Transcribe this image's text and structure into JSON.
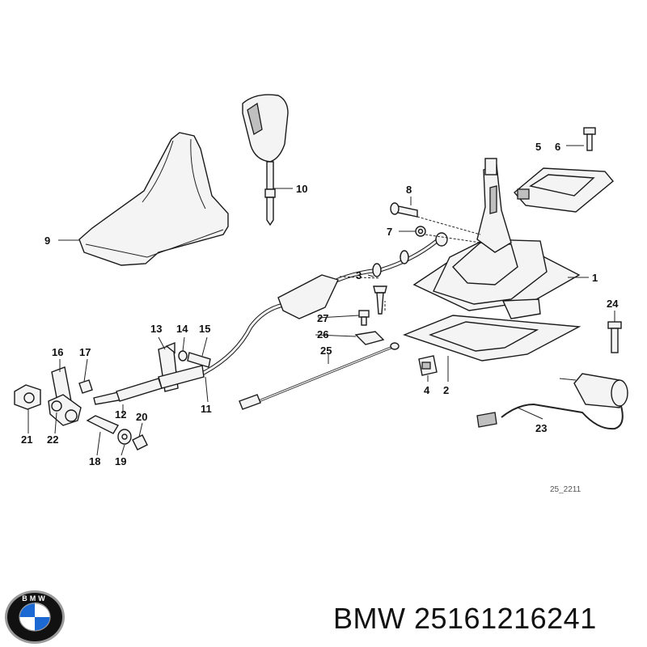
{
  "callouts": [
    {
      "id": "1",
      "text": "1"
    },
    {
      "id": "2",
      "text": "2"
    },
    {
      "id": "3",
      "text": "3"
    },
    {
      "id": "4",
      "text": "4"
    },
    {
      "id": "5",
      "text": "5"
    },
    {
      "id": "6",
      "text": "6"
    },
    {
      "id": "7",
      "text": "7"
    },
    {
      "id": "8",
      "text": "8"
    },
    {
      "id": "9",
      "text": "9"
    },
    {
      "id": "10",
      "text": "10"
    },
    {
      "id": "11",
      "text": "11"
    },
    {
      "id": "12",
      "text": "12"
    },
    {
      "id": "13",
      "text": "13"
    },
    {
      "id": "14",
      "text": "14"
    },
    {
      "id": "15",
      "text": "15"
    },
    {
      "id": "16",
      "text": "16"
    },
    {
      "id": "17",
      "text": "17"
    },
    {
      "id": "18",
      "text": "18"
    },
    {
      "id": "19",
      "text": "19"
    },
    {
      "id": "20",
      "text": "20"
    },
    {
      "id": "21",
      "text": "21"
    },
    {
      "id": "22",
      "text": "22"
    },
    {
      "id": "23",
      "text": "23"
    },
    {
      "id": "24",
      "text": "24"
    },
    {
      "id": "25",
      "text": "25"
    },
    {
      "id": "26",
      "text": "26"
    },
    {
      "id": "27",
      "text": "27"
    }
  ],
  "diagram_ref": "25_2211",
  "caption": "BMW 25161216241",
  "logo": {
    "icon": "bmw-roundel-icon",
    "letters": "BMW",
    "colors": {
      "ring": "#111111",
      "blue": "#1c69d4",
      "white": "#ffffff",
      "chrome": "#9a9a9a"
    }
  }
}
